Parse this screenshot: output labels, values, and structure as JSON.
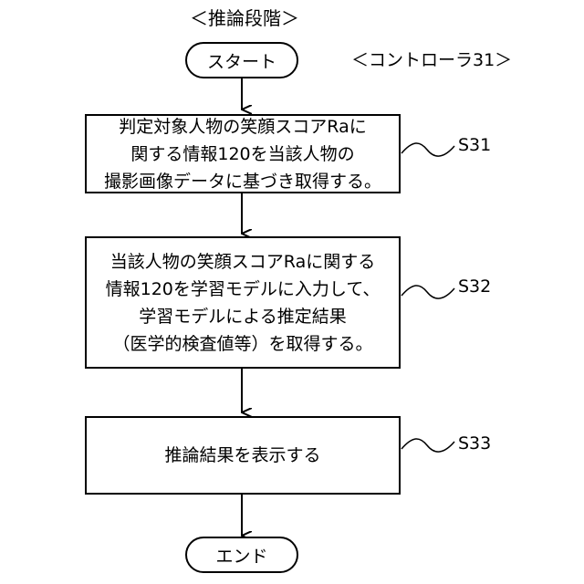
{
  "heading": "＜推論段階＞",
  "actor": "＜コントローラ31＞",
  "start": "スタート",
  "end": "エンド",
  "steps": [
    {
      "id": "S31",
      "lines": [
        "判定対象人物の笑顔スコアRaに",
        "関する情報120を当該人物の",
        "撮影画像データに基づき取得する。"
      ]
    },
    {
      "id": "S32",
      "lines": [
        "当該人物の笑顔スコアRaに関する",
        "情報120を学習モデルに入力して、",
        "学習モデルによる推定結果",
        "（医学的検査値等）を取得する。"
      ]
    },
    {
      "id": "S33",
      "lines": [
        "推論結果を表示する"
      ]
    }
  ]
}
